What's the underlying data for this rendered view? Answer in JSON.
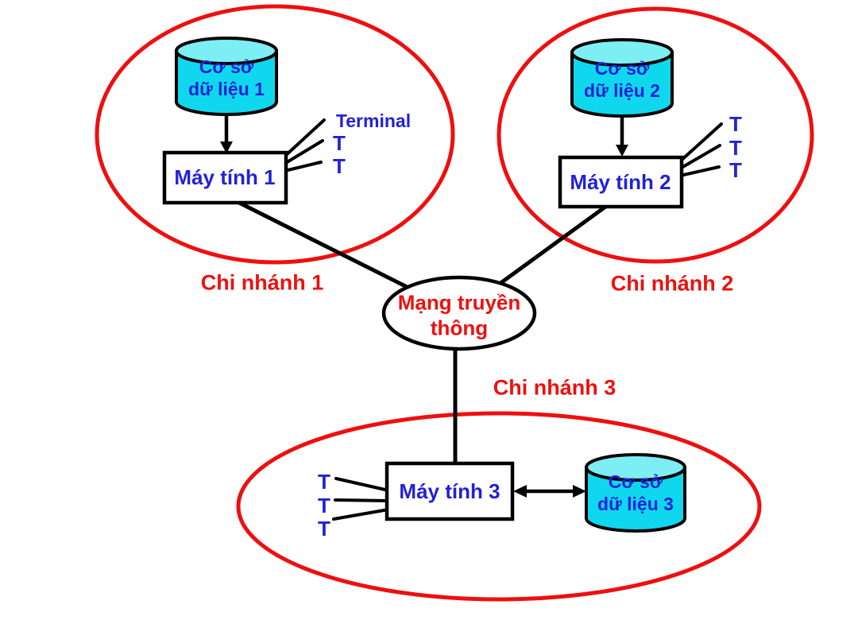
{
  "network": {
    "label": "Mạng truyền\nthông"
  },
  "branches": [
    {
      "name": "Chi nhánh 1",
      "database": "Cơ sở\ndữ liệu 1",
      "computer": "Máy tính 1",
      "terminals": [
        "Terminal",
        "T",
        "T"
      ]
    },
    {
      "name": "Chi nhánh 2",
      "database": "Cơ sở\ndữ liệu 2",
      "computer": "Máy tính 2",
      "terminals": [
        "T",
        "T",
        "T"
      ]
    },
    {
      "name": "Chi nhánh 3",
      "database": "Cơ sở\ndữ liệu 3",
      "computer": "Máy tính 3",
      "terminals": [
        "T",
        "T",
        "T"
      ]
    }
  ],
  "colors": {
    "branch_outline_red": "#ee0f0f",
    "label_blue": "#2121d8",
    "database_body_fill": "#0fd8ee",
    "database_top_fill": "#7deef4",
    "line_black": "#000000",
    "box_fill": "#ffffff"
  }
}
